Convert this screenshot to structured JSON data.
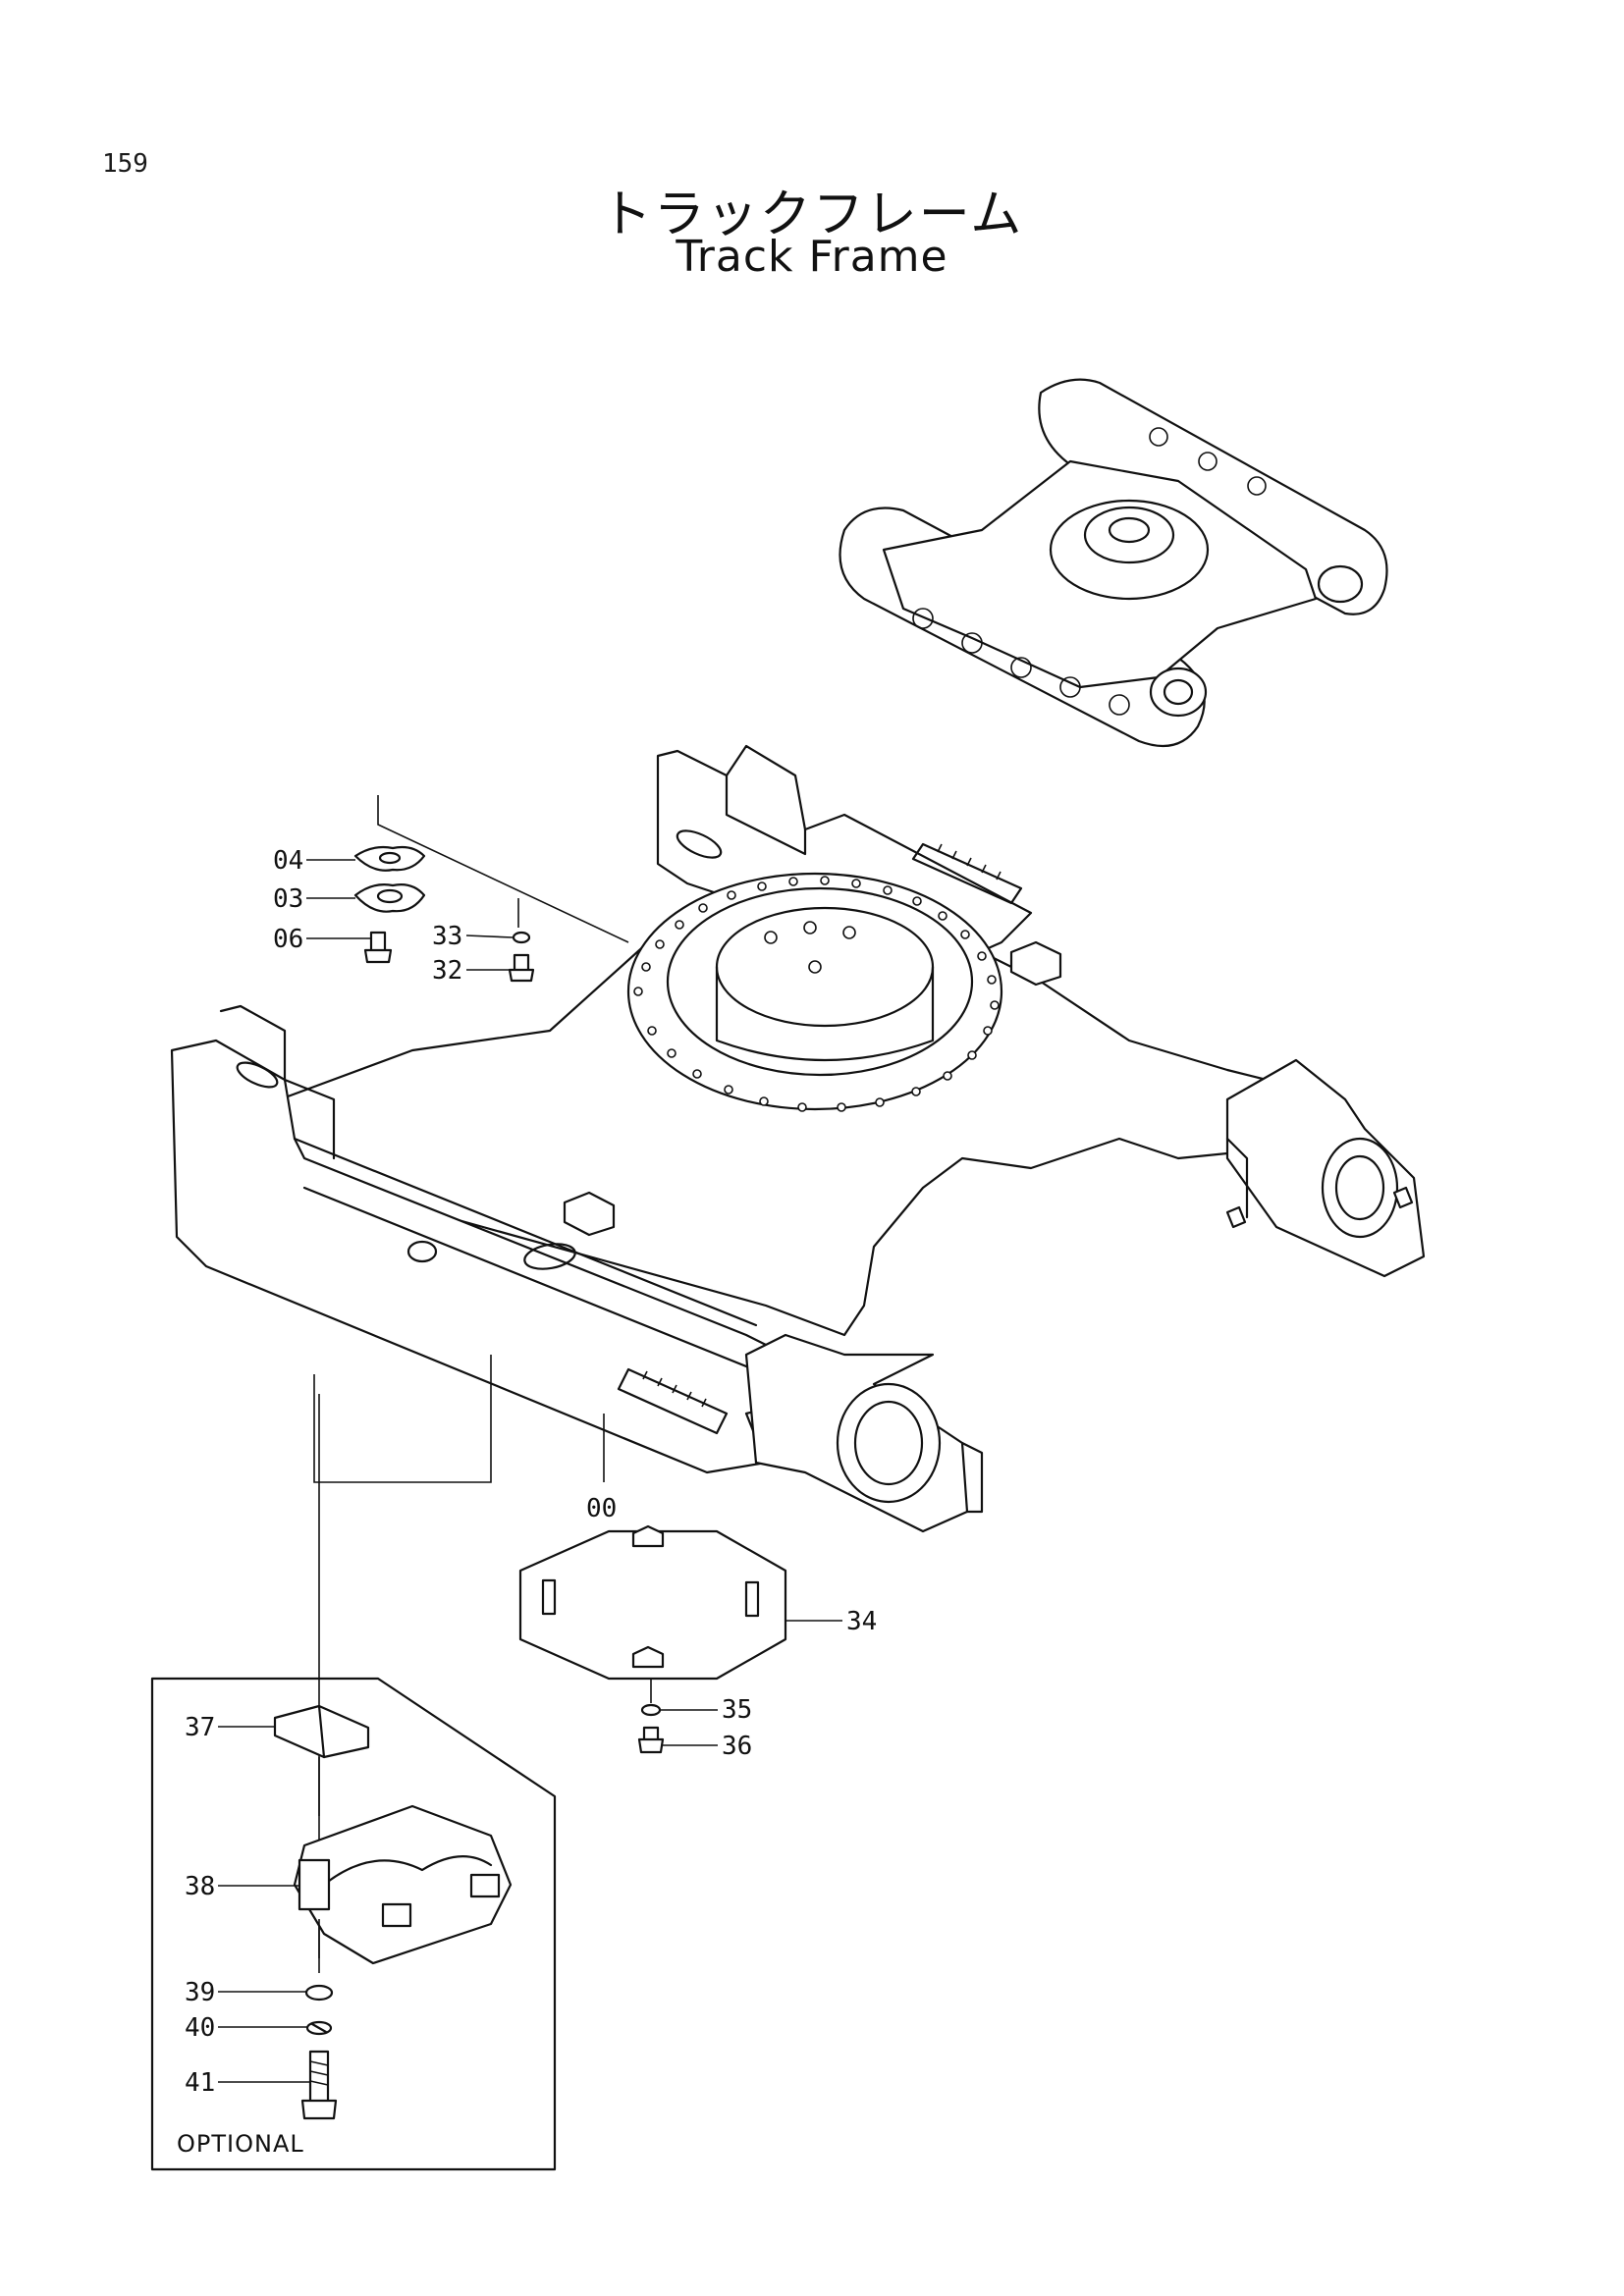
{
  "page": {
    "number": "159"
  },
  "title": {
    "jp": "トラックフレーム",
    "en": "Track Frame"
  },
  "optional_box": {
    "label": "OPTIONAL"
  },
  "callouts": [
    {
      "id": "04",
      "name": "callout-04"
    },
    {
      "id": "03",
      "name": "callout-03"
    },
    {
      "id": "06",
      "name": "callout-06"
    },
    {
      "id": "33",
      "name": "callout-33"
    },
    {
      "id": "32",
      "name": "callout-32"
    },
    {
      "id": "00",
      "name": "callout-00"
    },
    {
      "id": "34",
      "name": "callout-34"
    },
    {
      "id": "35",
      "name": "callout-35"
    },
    {
      "id": "36",
      "name": "callout-36"
    },
    {
      "id": "37",
      "name": "callout-37"
    },
    {
      "id": "38",
      "name": "callout-38"
    },
    {
      "id": "39",
      "name": "callout-39"
    },
    {
      "id": "40",
      "name": "callout-40"
    },
    {
      "id": "41",
      "name": "callout-41"
    }
  ]
}
